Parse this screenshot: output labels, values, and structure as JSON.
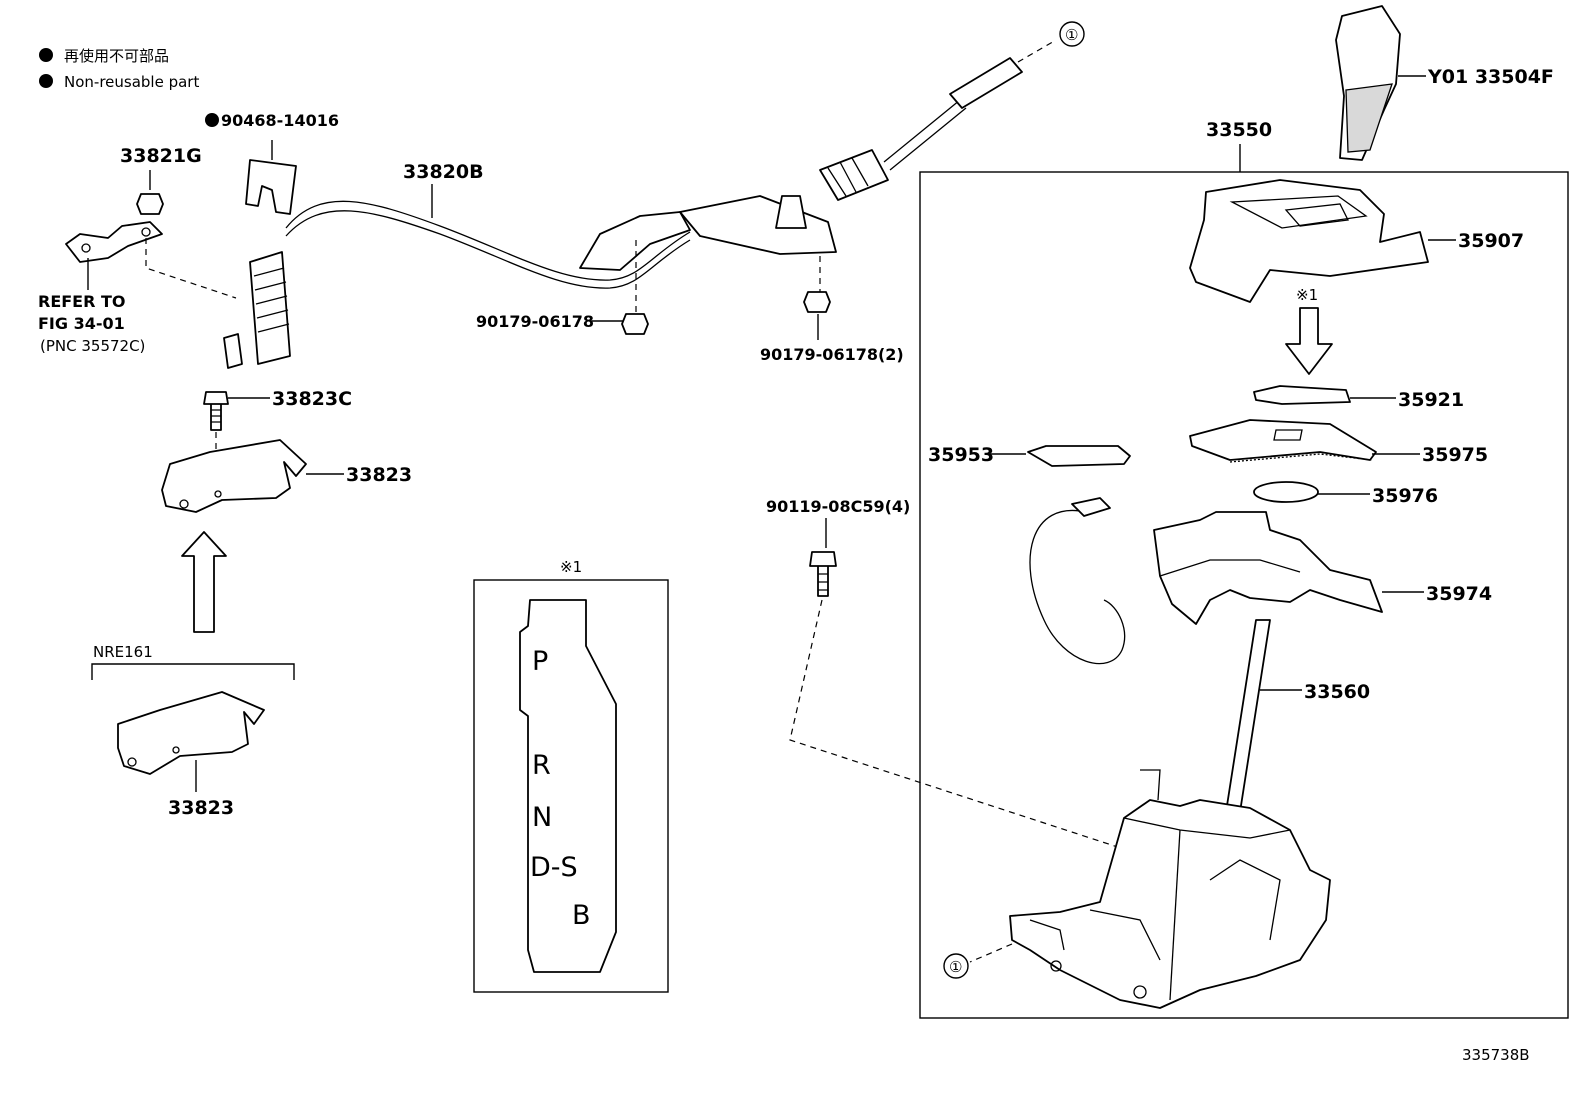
{
  "legend": {
    "bullet_color": "#000000",
    "line_jp": "再使用不可部品",
    "line_en": "Non-reusable part"
  },
  "callouts": {
    "p_90468": "90468-14016",
    "p_33821G": "33821G",
    "refer_1": "REFER TO",
    "refer_2": "FIG 34-01",
    "refer_3": "(PNC 35572C)",
    "p_33820B": "33820B",
    "p_90179_a": "90179-06178",
    "p_90179_b": "90179-06178(2)",
    "p_33823C": "33823C",
    "p_33823_a": "33823",
    "variant": "NRE161",
    "p_33823_b": "33823",
    "p_90119": "90119-08C59(4)",
    "p_33504F": "Y01  33504F",
    "p_33550": "33550",
    "p_35907": "35907",
    "p_35921": "35921",
    "p_35953": "35953",
    "p_35975": "35975",
    "p_35976": "35976",
    "p_35974": "35974",
    "p_33560": "33560",
    "ref_mark_top": "①",
    "ref_mark_bottom": "①",
    "note_mark_arrow": "※1",
    "note_mark_box": "※1"
  },
  "gate_plate": {
    "p": "P",
    "r": "R",
    "n": "N",
    "ds": "D-S",
    "b": "B"
  },
  "figure_id": "335738B"
}
